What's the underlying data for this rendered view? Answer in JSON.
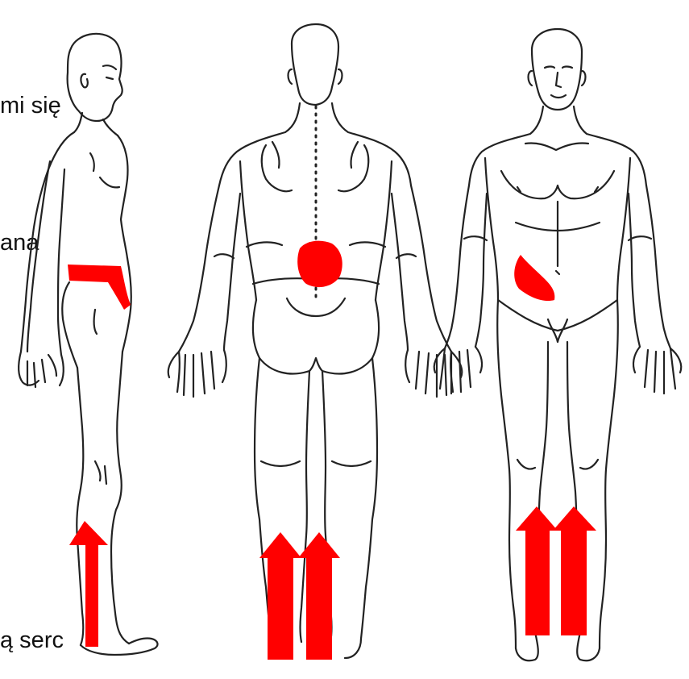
{
  "labels": {
    "left_text_1": "mi się",
    "left_text_2": "ana",
    "left_text_3": "ą serc"
  },
  "colors": {
    "outline": "#222222",
    "marker": "#ff0000",
    "background": "#ffffff"
  },
  "icons": {
    "up_arrow": "arrow-up-icon"
  }
}
